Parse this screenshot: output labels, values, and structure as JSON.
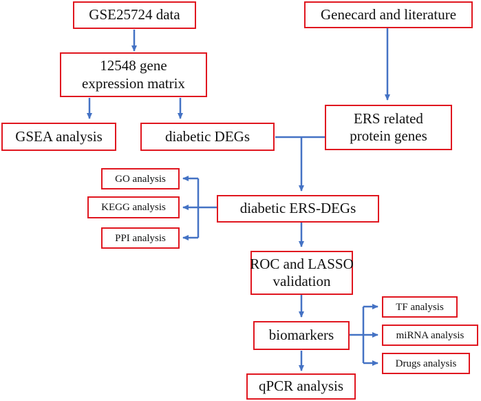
{
  "colors": {
    "box_border": "#e0161f",
    "arrow": "#4472c4",
    "text": "#111111"
  },
  "nodes": {
    "gse": "GSE25724 data",
    "genecard": "Genecard and literature",
    "matrix": [
      "12548 gene",
      "expression matrix"
    ],
    "gsea": "GSEA analysis",
    "degs": "diabetic DEGs",
    "ers": [
      "ERS related",
      "protein genes"
    ],
    "go": "GO analysis",
    "kegg": "KEGG analysis",
    "ppi": "PPI analysis",
    "ersdegs": "diabetic ERS-DEGs",
    "roc": [
      "ROC and LASSO",
      "validation"
    ],
    "biomarkers": "biomarkers",
    "tf": "TF analysis",
    "mirna": "miRNA analysis",
    "drugs": "Drugs analysis",
    "qpcr": "qPCR analysis"
  }
}
